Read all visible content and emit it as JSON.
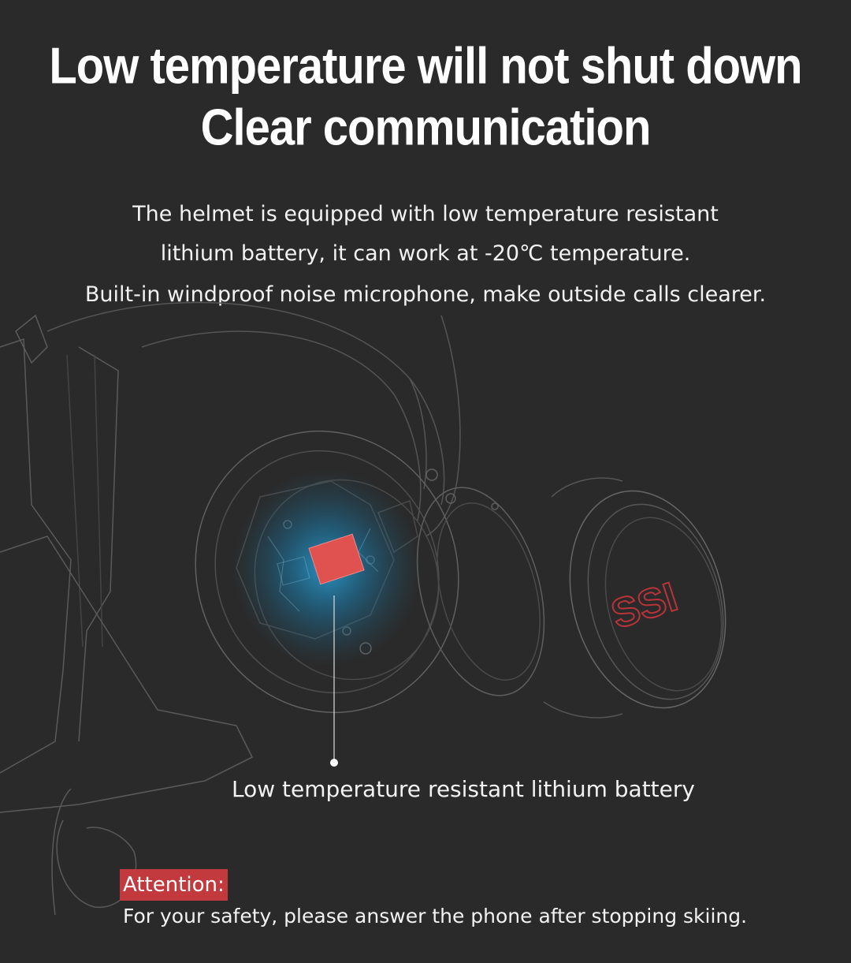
{
  "headline": {
    "line1": "Low temperature will not shut down",
    "line2": "Clear communication"
  },
  "description": {
    "line1": "The helmet is equipped with low temperature resistant",
    "line2": "lithium battery, it can work at -20℃ temperature.",
    "line3": "Built-in windproof noise microphone, make outside calls clearer."
  },
  "illustration": {
    "logo_text": "SSI",
    "callout_label": "Low temperature resistant lithium battery",
    "battery_color": "#e0524f",
    "glow_color": "#2aa6e0",
    "logo_color": "#b8343a"
  },
  "attention": {
    "label": "Attention:",
    "note": "For your safety, please answer the phone after stopping skiing.",
    "badge_color": "#c2393e"
  }
}
